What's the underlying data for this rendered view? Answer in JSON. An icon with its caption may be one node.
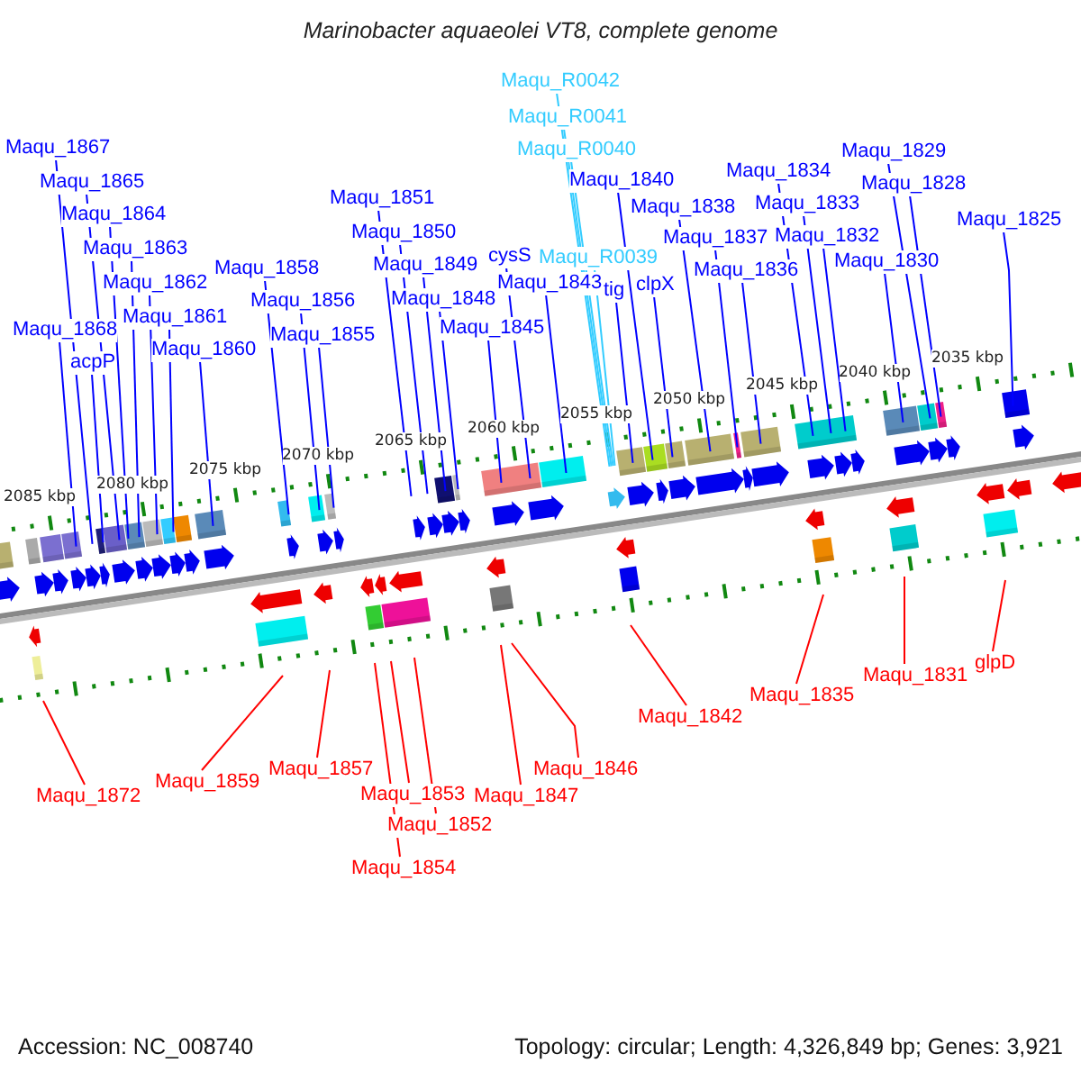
{
  "diagram": {
    "title": "Marinobacter aquaeolei VT8, complete genome",
    "nodes": [
      {
        "text": [
          "Maqu_R0042"
        ]
      },
      {
        "text": [
          "Maqu_R0041"
        ]
      },
      {
        "text": [
          "Maqu_R0040"
        ]
      },
      {
        "text": [
          "Maqu_1867"
        ]
      },
      {
        "text": [
          "Maqu_1829"
        ]
      },
      {
        "text": [
          "Maqu_1840"
        ]
      },
      {
        "text": [
          "Maqu_1834"
        ]
      },
      {
        "text": [
          "Maqu_1865"
        ]
      },
      {
        "text": [
          "Maqu_1828"
        ]
      },
      {
        "text": [
          "Maqu_1851"
        ]
      },
      {
        "text": [
          "Maqu_1838"
        ]
      },
      {
        "text": [
          "Maqu_1833"
        ]
      },
      {
        "text": [
          "Maqu_1864"
        ]
      },
      {
        "text": [
          "Maqu_1825"
        ]
      },
      {
        "text": [
          "Maqu_1850"
        ]
      },
      {
        "text": [
          "Maqu_1832"
        ]
      },
      {
        "text": [
          "Maqu_1837"
        ]
      },
      {
        "text": [
          "Maqu_1863"
        ]
      },
      {
        "text": [
          "Maqu_1830"
        ]
      },
      {
        "text": [
          "cysS"
        ]
      },
      {
        "text": [
          "Maqu_R0039"
        ]
      },
      {
        "text": [
          "Maqu_1849"
        ]
      },
      {
        "text": [
          "Maqu_1858"
        ]
      },
      {
        "text": [
          "Maqu_1836"
        ]
      },
      {
        "text": [
          "tig"
        ]
      },
      {
        "text": [
          "clpX"
        ]
      },
      {
        "text": [
          "Maqu_1862"
        ]
      },
      {
        "text": [
          "Maqu_1843"
        ]
      },
      {
        "text": [
          "Maqu_1848"
        ]
      },
      {
        "text": [
          "Maqu_1856"
        ]
      },
      {
        "text": [
          "Maqu_1861"
        ]
      },
      {
        "text": [
          "Maqu_1845"
        ]
      },
      {
        "text": [
          "Maqu_1868"
        ]
      },
      {
        "text": [
          "Maqu_1855"
        ]
      },
      {
        "text": [
          "Maqu_1860"
        ]
      },
      {
        "text": [
          "acpP"
        ]
      },
      {
        "text": [
          "glpD"
        ]
      },
      {
        "text": [
          "Maqu_1831"
        ]
      },
      {
        "text": [
          "Maqu_1835"
        ]
      },
      {
        "text": [
          "Maqu_1842"
        ]
      },
      {
        "text": [
          "Maqu_1857"
        ]
      },
      {
        "text": [
          "Maqu_1846"
        ]
      },
      {
        "text": [
          "Maqu_1859"
        ]
      },
      {
        "text": [
          "Maqu_1853"
        ]
      },
      {
        "text": [
          "Maqu_1872"
        ]
      },
      {
        "text": [
          "Maqu_1847"
        ]
      },
      {
        "text": [
          "Maqu_1852"
        ]
      },
      {
        "text": [
          "Maqu_1854"
        ]
      }
    ],
    "edges": [
      {
        "from": 0,
        "to": null,
        "arrow": "none",
        "color": "#33ccff"
      },
      {
        "from": 1,
        "to": null,
        "arrow": "none",
        "color": "#33ccff"
      },
      {
        "from": 2,
        "to": null,
        "arrow": "none",
        "color": "#33ccff"
      },
      {
        "from": 3,
        "to": null,
        "arrow": "none"
      },
      {
        "from": 4,
        "to": null,
        "arrow": "none"
      },
      {
        "from": 5,
        "to": null,
        "arrow": "none"
      },
      {
        "from": 6,
        "to": null,
        "arrow": "none"
      },
      {
        "from": 7,
        "to": null,
        "arrow": "none"
      },
      {
        "from": 8,
        "to": null,
        "arrow": "none"
      },
      {
        "from": 9,
        "to": null,
        "arrow": "none"
      },
      {
        "from": 10,
        "to": null,
        "arrow": "none"
      },
      {
        "from": 11,
        "to": null,
        "arrow": "none"
      },
      {
        "from": 12,
        "to": null,
        "arrow": "none"
      },
      {
        "from": 13,
        "to": null,
        "arrow": "none"
      },
      {
        "from": 14,
        "to": null,
        "arrow": "none"
      },
      {
        "from": 15,
        "to": null,
        "arrow": "none"
      },
      {
        "from": 16,
        "to": null,
        "arrow": "none"
      },
      {
        "from": 17,
        "to": null,
        "arrow": "none"
      },
      {
        "from": 18,
        "to": null,
        "arrow": "none"
      },
      {
        "from": 19,
        "to": null,
        "arrow": "none"
      },
      {
        "from": 20,
        "to": null,
        "arrow": "none",
        "color": "#33ccff"
      },
      {
        "from": 21,
        "to": null,
        "arrow": "none"
      },
      {
        "from": 22,
        "to": null,
        "arrow": "none"
      },
      {
        "from": 23,
        "to": null,
        "arrow": "none"
      },
      {
        "from": 24,
        "to": null,
        "arrow": "none"
      },
      {
        "from": 25,
        "to": null,
        "arrow": "none"
      },
      {
        "from": 26,
        "to": null,
        "arrow": "none"
      },
      {
        "from": 27,
        "to": null,
        "arrow": "none"
      },
      {
        "from": 28,
        "to": null,
        "arrow": "none"
      },
      {
        "from": 29,
        "to": null,
        "arrow": "none"
      },
      {
        "from": 30,
        "to": null,
        "arrow": "none"
      },
      {
        "from": 31,
        "to": null,
        "arrow": "none"
      },
      {
        "from": 32,
        "to": null,
        "arrow": "none"
      },
      {
        "from": 33,
        "to": null,
        "arrow": "none"
      },
      {
        "from": 34,
        "to": null,
        "arrow": "none"
      },
      {
        "from": 35,
        "to": null,
        "arrow": "none"
      },
      {
        "from": 36,
        "to": null,
        "arrow": "none",
        "color": "#ff0000"
      },
      {
        "from": 37,
        "to": null,
        "arrow": "none",
        "color": "#ff0000"
      },
      {
        "from": 38,
        "to": null,
        "arrow": "none",
        "color": "#ff0000"
      },
      {
        "from": 39,
        "to": null,
        "arrow": "none",
        "color": "#ff0000"
      },
      {
        "from": 40,
        "to": null,
        "arrow": "none",
        "color": "#ff0000"
      },
      {
        "from": 41,
        "to": null,
        "arrow": "none",
        "color": "#ff0000"
      },
      {
        "from": 42,
        "to": null,
        "arrow": "none",
        "color": "#ff0000"
      },
      {
        "from": 43,
        "to": null,
        "arrow": "none",
        "color": "#ff0000"
      },
      {
        "from": 44,
        "to": null,
        "arrow": "none",
        "color": "#ff0000"
      },
      {
        "from": 45,
        "to": null,
        "arrow": "none",
        "color": "#ff0000"
      },
      {
        "from": 46,
        "to": null,
        "arrow": "none",
        "color": "#ff0000"
      },
      {
        "from": 47,
        "to": null,
        "arrow": "none",
        "color": "#ff0000"
      }
    ],
    "labels": [
      "2085 kbp",
      "2080 kbp",
      "2075 kbp",
      "2070 kbp",
      "2065 kbp",
      "2060 kbp",
      "2055 kbp",
      "2050 kbp",
      "2045 kbp",
      "2040 kbp",
      "2035 kbp",
      "Accession: NC_008740",
      "Topology: circular; Length: 4,326,849 bp; Genes: 3,921"
    ]
  }
}
